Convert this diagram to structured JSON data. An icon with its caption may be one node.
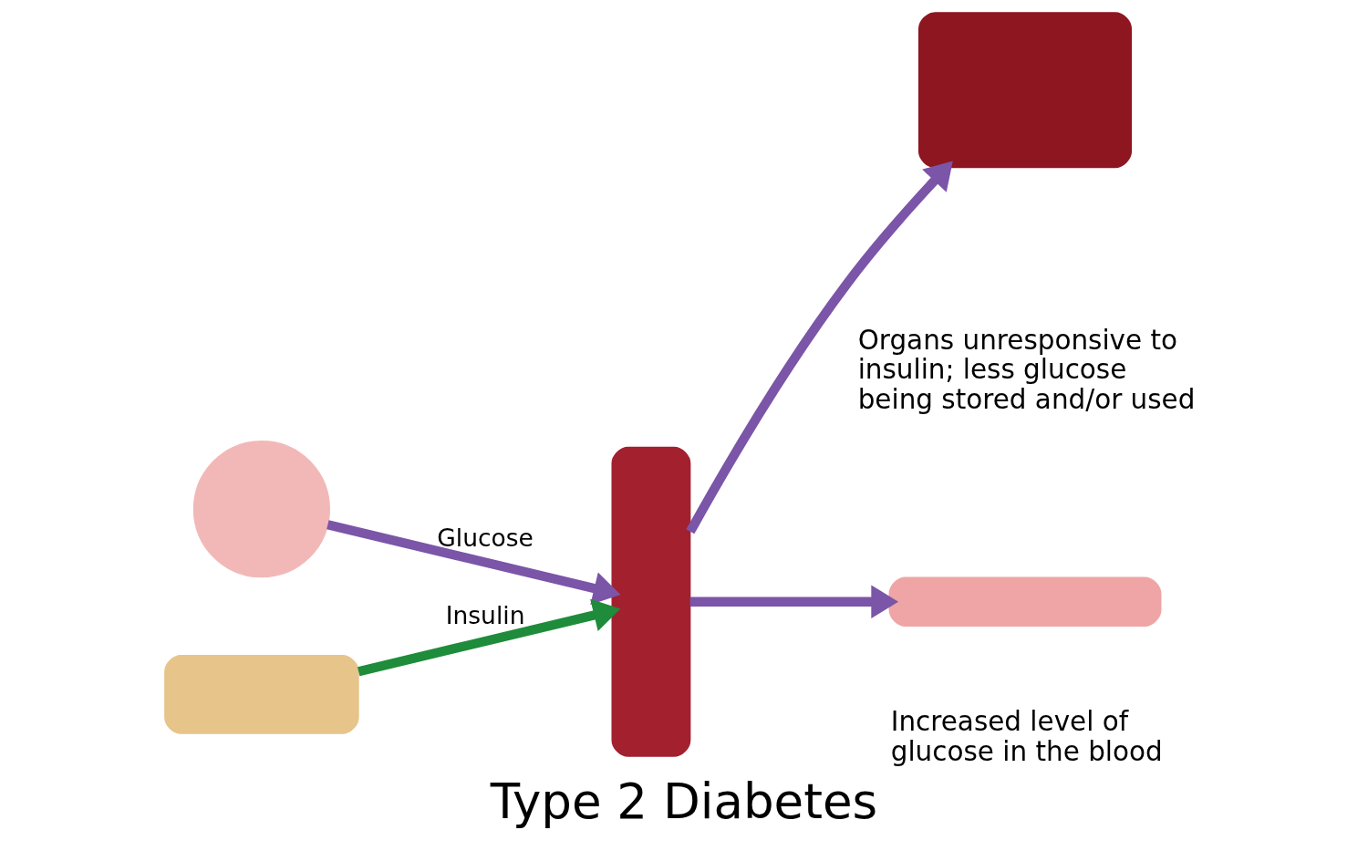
{
  "diagram": {
    "title": "Type 2 Diabetes",
    "nodes": [
      {
        "text": [],
        "shape": "circle"
      },
      {
        "text": [],
        "shape": "box"
      },
      {
        "text": [],
        "shape": "bar"
      },
      {
        "text": [],
        "shape": "box"
      },
      {
        "text": [],
        "shape": "bar"
      }
    ],
    "edges": [
      {
        "from": 0,
        "to": 2,
        "arrow": "to",
        "label": "Glucose"
      },
      {
        "from": 1,
        "to": 2,
        "arrow": "to",
        "label": "Insulin",
        "color": "#1e8c3a"
      },
      {
        "from": 2,
        "to": 3,
        "arrow": "to"
      },
      {
        "from": 2,
        "to": 4,
        "arrow": "to"
      }
    ],
    "labels": [
      "Organs unresponsive to insulin; less glucose being stored and/or used",
      "Increased level of glucose in the blood"
    ]
  }
}
